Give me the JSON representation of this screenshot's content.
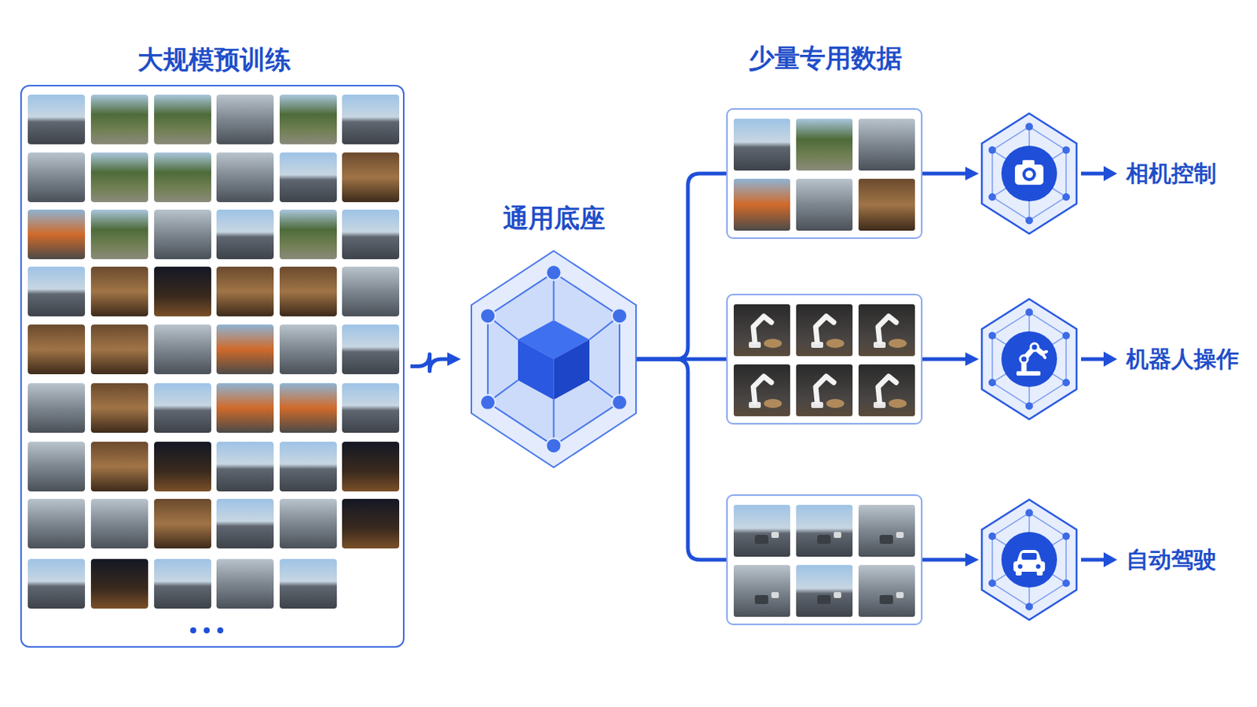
{
  "diagram": {
    "nodes": [
      {
        "text": [
          "大规模预训练"
        ]
      },
      {
        "text": [
          "通用底座"
        ]
      },
      {
        "text": [
          "相机控制"
        ]
      },
      {
        "text": [
          "机器人操作"
        ]
      },
      {
        "text": [
          "自动驾驶"
        ]
      }
    ],
    "edges": [
      {
        "from": 0,
        "to": 1,
        "arrow": "to"
      },
      {
        "from": 1,
        "to": 2,
        "arrow": "to"
      },
      {
        "from": 1,
        "to": 3,
        "arrow": "to"
      },
      {
        "from": 1,
        "to": 4,
        "arrow": "to"
      }
    ],
    "labels": [
      "少量专用数据"
    ]
  }
}
